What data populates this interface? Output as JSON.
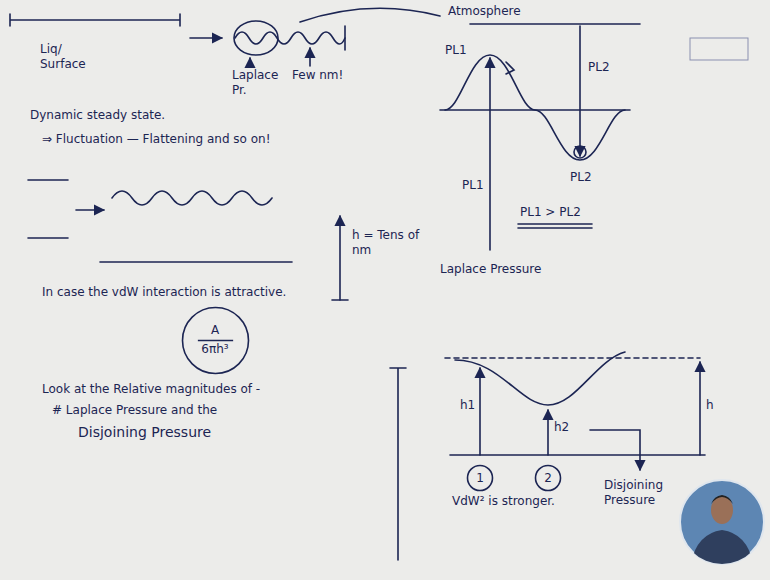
{
  "diagram": {
    "nodes": [
      {
        "text": [
          "A",
          "6πh³"
        ]
      },
      {
        "text": [
          "1"
        ]
      },
      {
        "text": [
          "2"
        ]
      }
    ],
    "labels": [
      "Liq/ Surface",
      "Laplace Pr.",
      "Few nm!",
      "Atmosphere",
      "PL1",
      "PL2",
      "Dynamic steady state.",
      "⇒ Fluctuation — Flattening and so on!",
      "PL1",
      "PL2",
      "PL1 > PL2",
      "h = Tens of nm",
      "Laplace Pressure",
      "In case the vdW interaction is attractive.",
      "Look at the Relative magnitudes of -",
      "# Laplace Pressure and the",
      "Disjoining Pressure",
      "h1",
      "h2",
      "h",
      "VdW² is stronger.",
      "Disjoining Pressure"
    ]
  }
}
